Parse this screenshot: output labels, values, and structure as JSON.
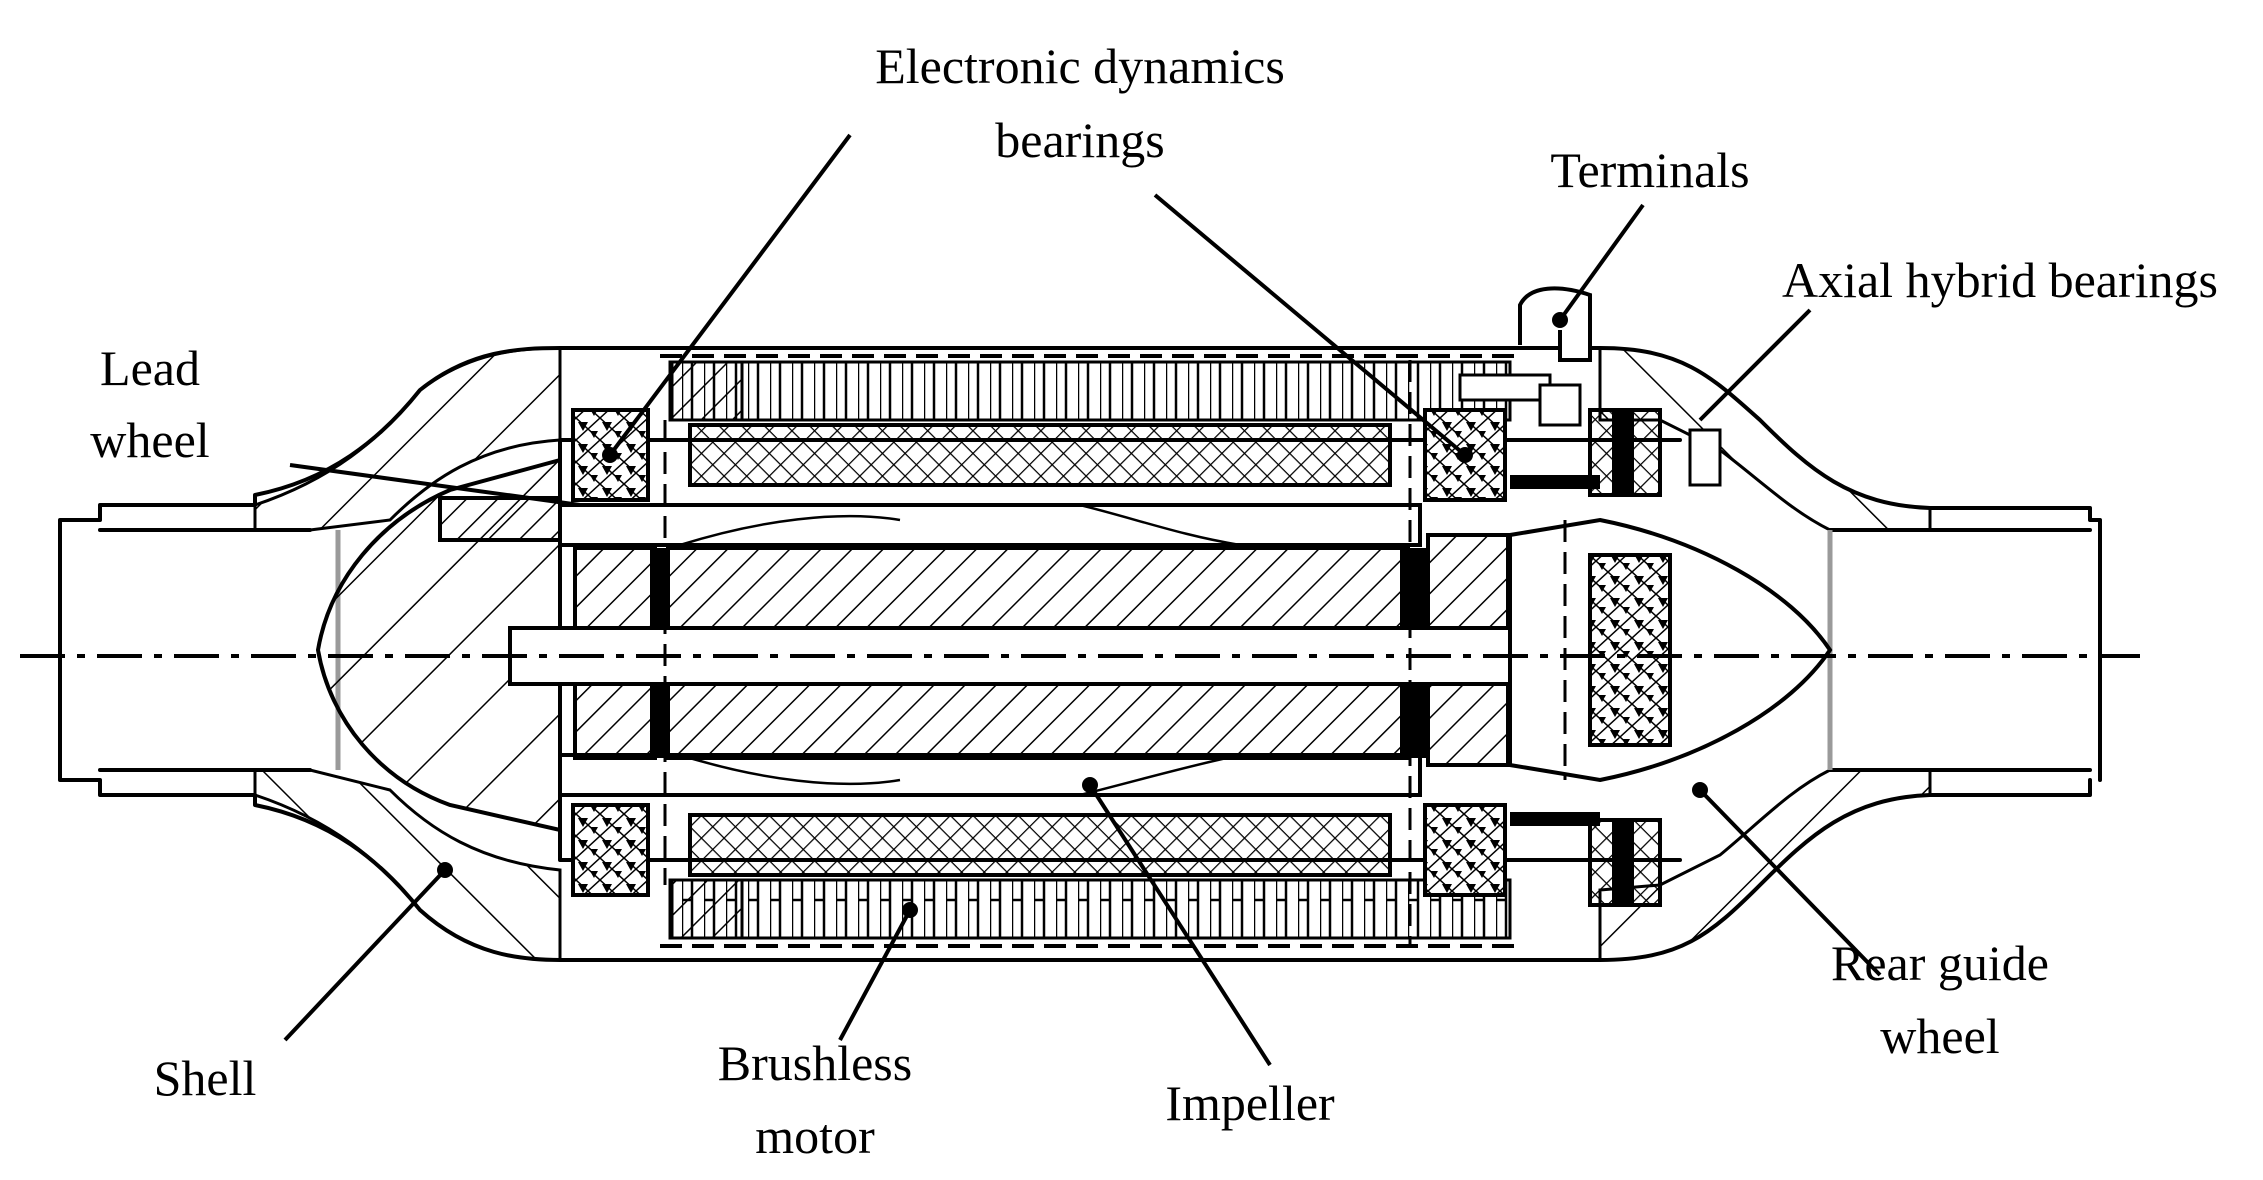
{
  "diagram": {
    "labels": {
      "electronic_bearings": [
        "Electronic dynamics",
        "bearings"
      ],
      "terminals": "Terminals",
      "axial_bearings": "Axial hybrid bearings",
      "lead_wheel": [
        "Lead",
        "wheel"
      ],
      "shell": "Shell",
      "brushless_motor": [
        "Brushless",
        "motor"
      ],
      "impeller": "Impeller",
      "rear_guide_wheel": [
        "Rear guide",
        "wheel"
      ]
    },
    "colors": {
      "line": "#000000",
      "background": "#ffffff",
      "highlight": "#9a9a9a"
    }
  }
}
